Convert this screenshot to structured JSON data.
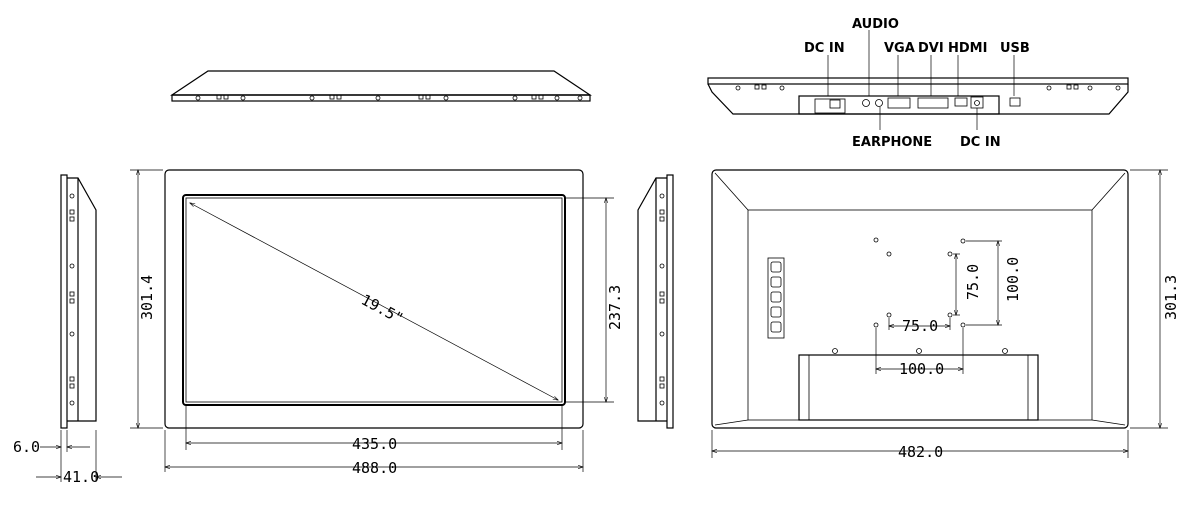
{
  "port_labels": {
    "audio": "AUDIO",
    "dc_in_top": "DC IN",
    "vga": "VGA",
    "dvi": "DVI",
    "hdmi": "HDMI",
    "usb": "USB",
    "earphone": "EARPHONE",
    "dc_in_bottom": "DC IN"
  },
  "dimensions": {
    "front_width_inner": "435.0",
    "front_width_outer": "488.0",
    "front_height_outer": "301.4",
    "front_height_inner": "237.3",
    "diagonal": "19.5\"",
    "side_bezel": "6.0",
    "side_depth": "41.0",
    "back_width": "482.0",
    "back_height": "301.3",
    "vesa_75_h": "75.0",
    "vesa_75_v": "75.0",
    "vesa_100_h": "100.0",
    "vesa_100_v": "100.0"
  },
  "colors": {
    "line": "#000000",
    "background": "#ffffff"
  }
}
